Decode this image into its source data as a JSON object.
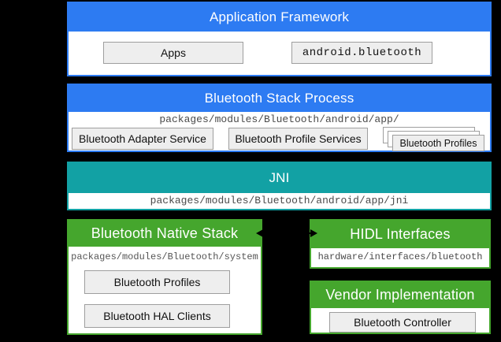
{
  "colors": {
    "header_blue": "#2D7BF2",
    "header_teal": "#12A1A4",
    "header_green": "#45A62D",
    "inner_box_bg": "#EEEEEE",
    "inner_box_border": "#9E9E9E",
    "background": "#000000"
  },
  "application_framework": {
    "title": "Application Framework",
    "apps_label": "Apps",
    "api_label": "android.bluetooth"
  },
  "bluetooth_stack_process": {
    "title": "Bluetooth Stack Process",
    "path": "packages/modules/Bluetooth/android/app/",
    "adapter_service_label": "Bluetooth Adapter Service",
    "profile_services_label": "Bluetooth Profile Services",
    "profiles_label": "Bluetooth Profiles"
  },
  "jni": {
    "title": "JNI",
    "path": "packages/modules/Bluetooth/android/app/jni"
  },
  "bluetooth_native_stack": {
    "title": "Bluetooth Native Stack",
    "path": "packages/modules/Bluetooth/system",
    "profiles_label": "Bluetooth Profiles",
    "hal_clients_label": "Bluetooth HAL Clients"
  },
  "hidl_interfaces": {
    "title": "HIDL Interfaces",
    "path": "hardware/interfaces/bluetooth"
  },
  "vendor_implementation": {
    "title": "Vendor Implementation",
    "controller_label": "Bluetooth Controller"
  }
}
